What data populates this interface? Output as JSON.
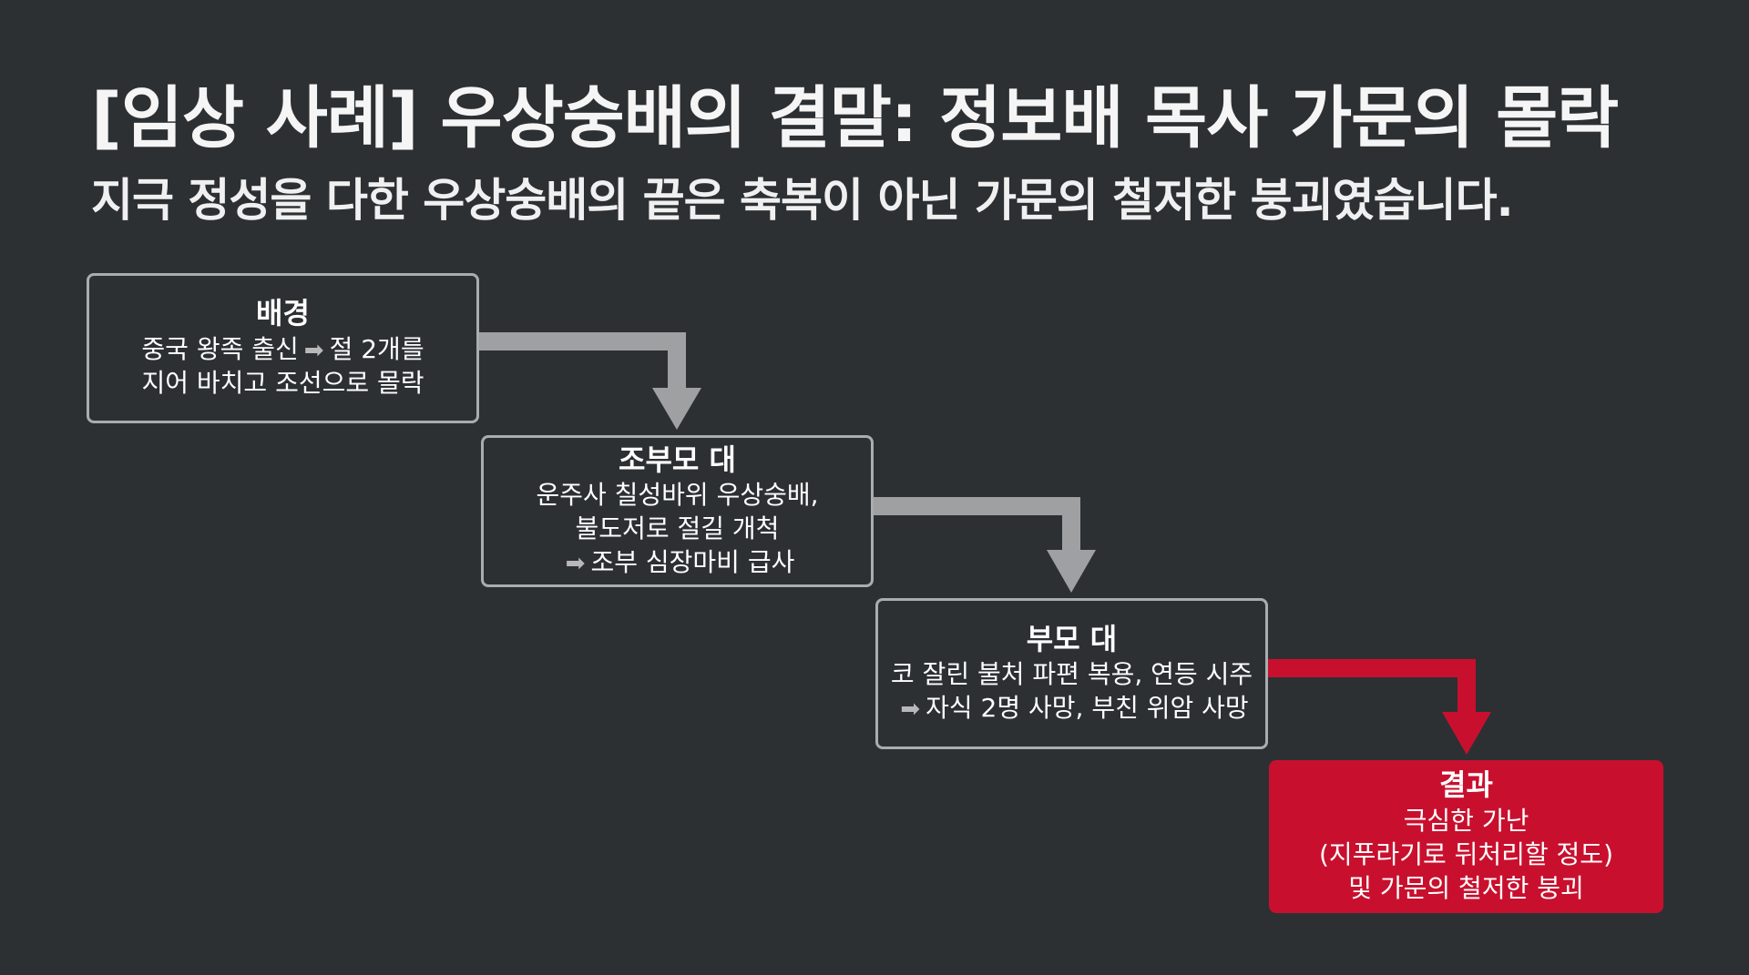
{
  "title": "[임상 사례] 우상숭배의 결말: 정보배 목사 가문의 몰락",
  "subtitle": "지극 정성을 다한 우상숭배의 끝은 축복이 아닌 가문의 철저한 붕괴였습니다.",
  "colors": {
    "background": "#2c3033",
    "box_border": "#a9adb0",
    "connector": "#9ea0a2",
    "result": "#c8102e"
  },
  "steps": [
    {
      "title": "배경",
      "line1_before": "중국 왕족 출신",
      "line1_arrow": "➡",
      "line1_after": "절 2개를",
      "line2": "지어 바치고 조선으로 몰락"
    },
    {
      "title": "조부모 대",
      "line1": "운주사 칠성바위 우상숭배,",
      "line2": "불도저로 절길 개척",
      "line3_arrow": "➡",
      "line3": "조부 심장마비 급사"
    },
    {
      "title": "부모 대",
      "line1": "코 잘린 불처 파편 복용, 연등 시주",
      "line2_arrow": "➡",
      "line2": "자식 2명 사망, 부친 위암 사망"
    }
  ],
  "result": {
    "title": "결과",
    "line1": "극심한 가난",
    "line2": "(지푸라기로 뒤처리할 정도)",
    "line3": "및 가문의 철저한 붕괴"
  }
}
